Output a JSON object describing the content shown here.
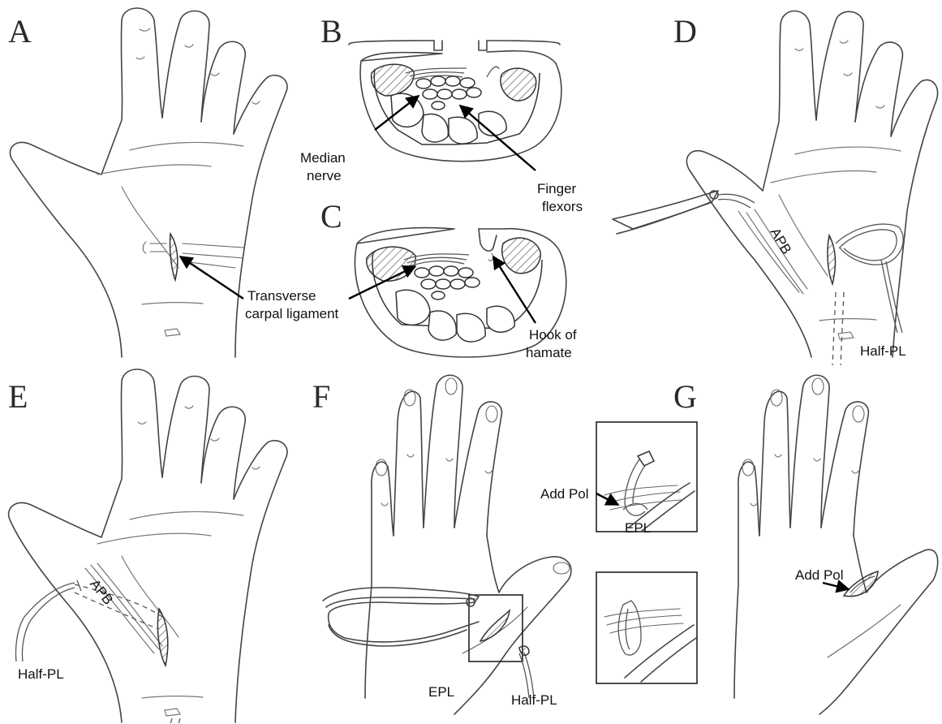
{
  "panels": {
    "a": "A",
    "b": "B",
    "c": "C",
    "d": "D",
    "e": "E",
    "f": "F",
    "g": "G"
  },
  "labels": {
    "median_nerve": [
      "Median",
      "nerve"
    ],
    "finger_flexors": [
      "Finger",
      "flexors"
    ],
    "transverse_carpal_ligament": [
      "Transverse",
      "carpal ligament"
    ],
    "hook_of_hamate": [
      "Hook of",
      "hamate"
    ],
    "apb_d": "APB",
    "half_pl_d": "Half-PL",
    "apb_e": "APB",
    "half_pl_e": "Half-PL",
    "add_pol_f": "Add Pol",
    "epl_inset": "EPL",
    "epl_f": "EPL",
    "half_pl_f": "Half-PL",
    "add_pol_g": "Add Pol"
  }
}
